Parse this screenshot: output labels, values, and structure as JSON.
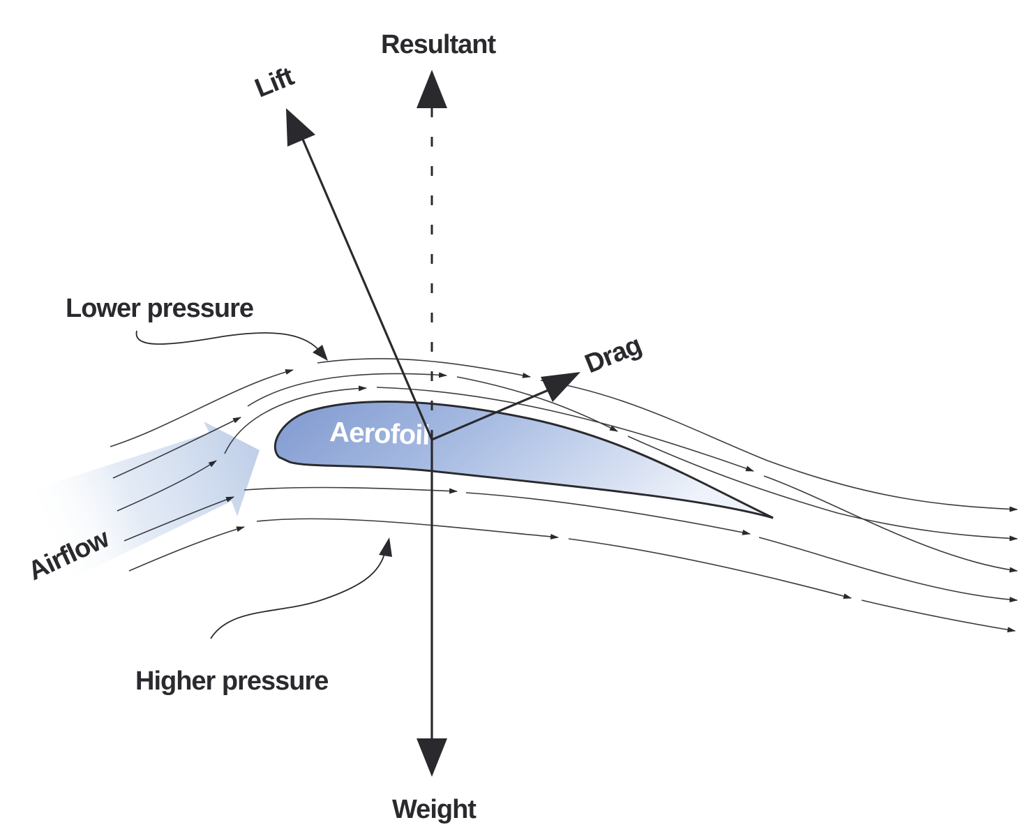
{
  "labels": {
    "resultant": "Resultant",
    "lift": "Lift",
    "drag": "Drag",
    "weight": "Weight",
    "lower_pressure": "Lower pressure",
    "higher_pressure": "Higher pressure",
    "aerofoil": "Aerofoil",
    "airflow": "Airflow"
  },
  "colors": {
    "ink": "#2a2a2e",
    "aerofoil_fill_dark": "#8ea6d6",
    "aerofoil_fill_light": "#e4ebf7",
    "airflow_arrow": "#c3d3ea"
  },
  "forces": [
    "Resultant",
    "Lift",
    "Drag",
    "Weight"
  ],
  "resultant_line_style": "dashed"
}
